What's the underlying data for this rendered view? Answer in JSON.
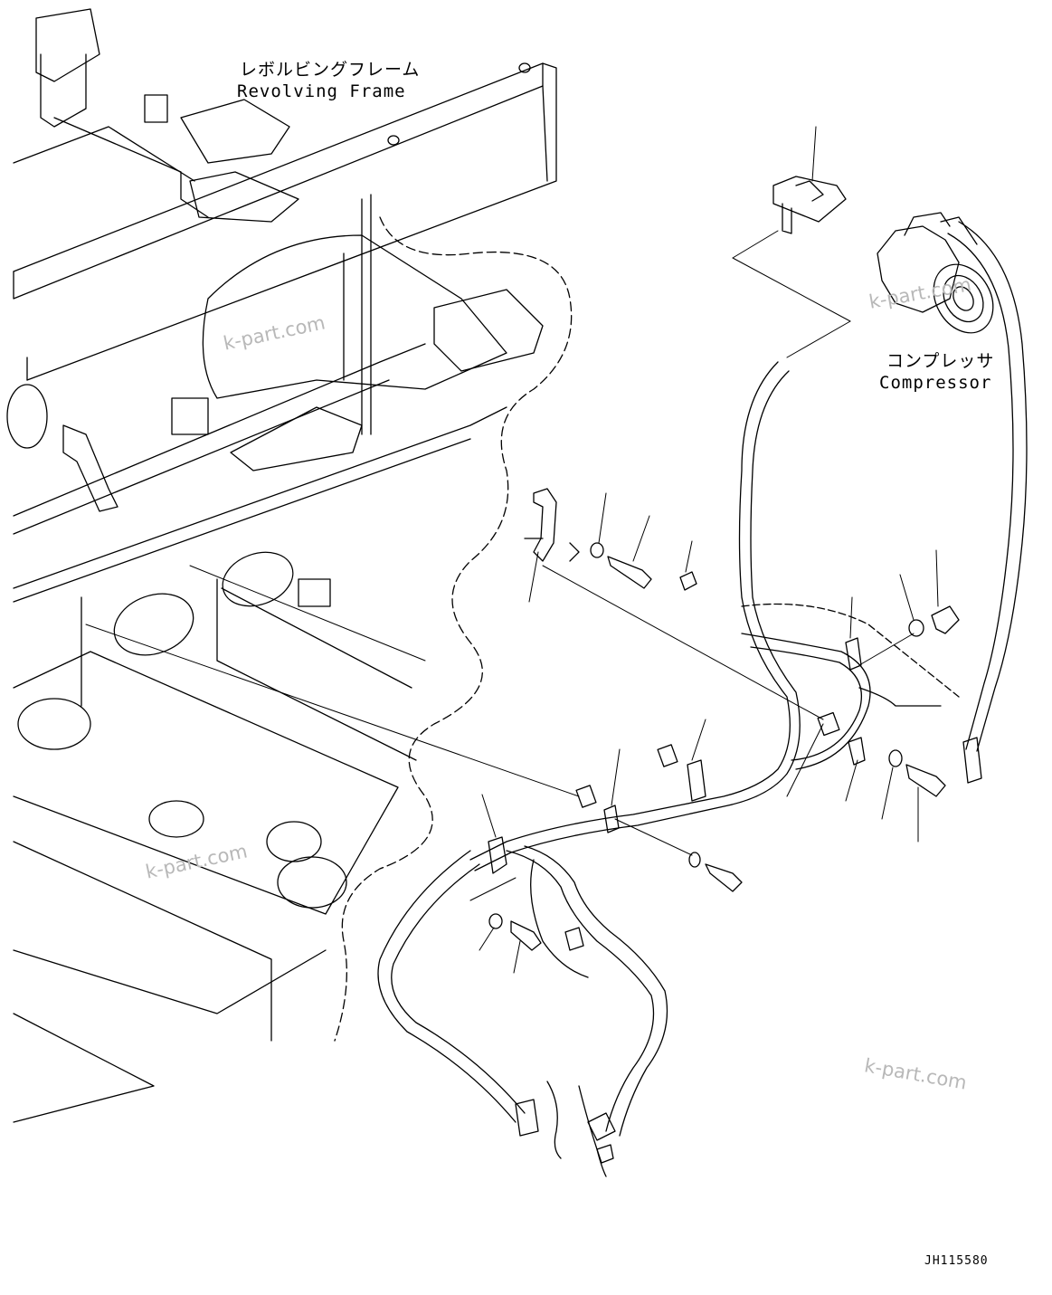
{
  "labels": {
    "frame_jp": "レボルビングフレーム",
    "frame_en": "Revolving Frame",
    "compressor_jp": "コンプレッサ",
    "compressor_en": "Compressor"
  },
  "watermark": "k-part.com",
  "drawing_code": "JH115580",
  "colors": {
    "line": "#000000",
    "watermark": "#b8b8b8",
    "background": "#ffffff"
  }
}
